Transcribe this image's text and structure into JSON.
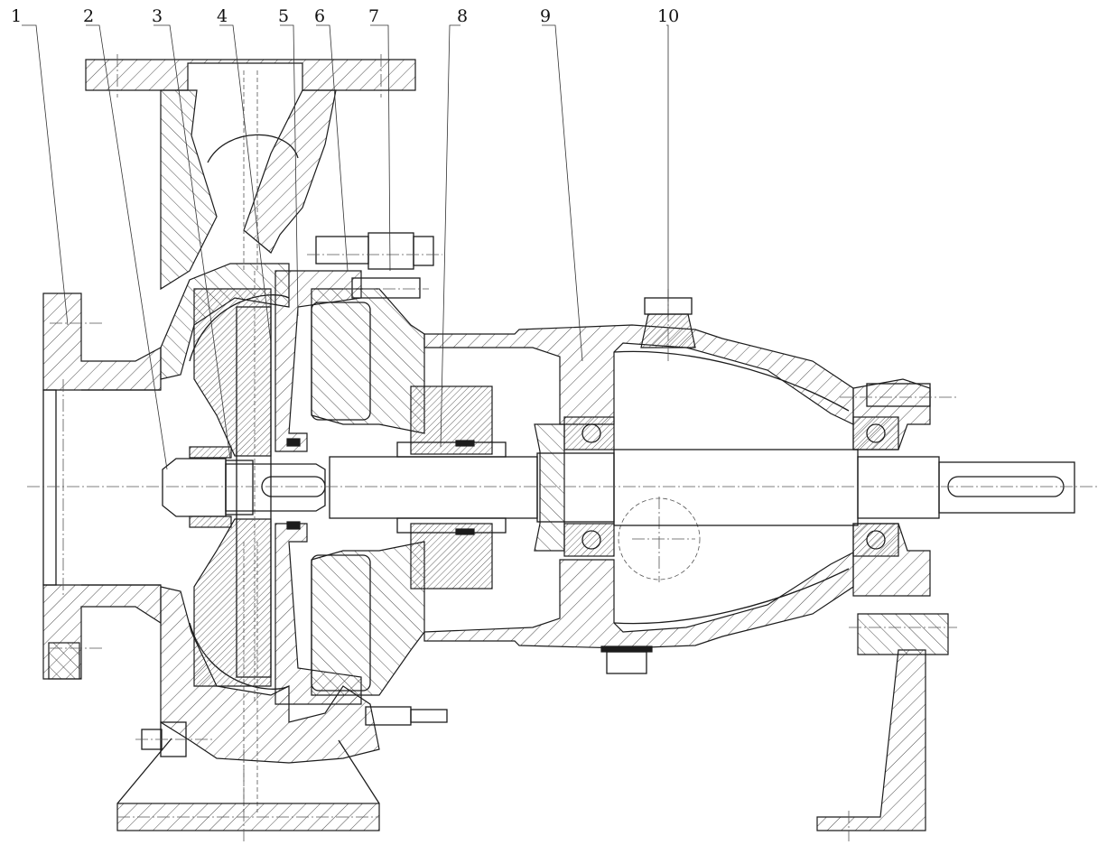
{
  "callouts": [
    {
      "number": "1"
    },
    {
      "number": "2"
    },
    {
      "number": "3"
    },
    {
      "number": "4"
    },
    {
      "number": "5"
    },
    {
      "number": "6"
    },
    {
      "number": "7"
    },
    {
      "number": "8"
    },
    {
      "number": "9"
    },
    {
      "number": "10"
    }
  ],
  "colors": {
    "line": "#1c1c1c",
    "hatch": "#3a3a3a",
    "paper": "#ffffff"
  }
}
